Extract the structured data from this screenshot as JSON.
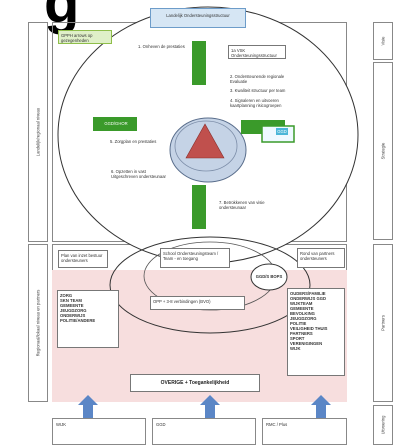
{
  "header": {
    "big_letter": "g",
    "top_badge": "Landelijk Ondersteuningsstructuur",
    "green_note": "GPPH arrows op gezegenheden"
  },
  "side_labels": {
    "left_top": "Landelijk/regionaal niveau",
    "left_bottom": "Regionaal/lokaal niveau en partners",
    "right_1": "Visie",
    "right_2": "Strategie",
    "right_3": "Partners",
    "right_4": "Uitvoering"
  },
  "circle": {
    "item_1": "1. Onheven de prestaties",
    "right_box": "1a VSK Ondersteuningsstructuur",
    "list_2": "2. Ondersteunende regionale Evaluatie",
    "list_3": "3. Kwaliteit structuur per team",
    "list_4": "4. Signaleren en uitvoeren kaartplanning risicogroepen",
    "item_5": "5. Zorgplan en prestaties",
    "item_6": "6. Opzetten in vast Uitgeschreven ondersteunaar",
    "item_7": "7. Betrokkenen van visie ondersteunaar",
    "left_bar": "GGD/GHOR",
    "right_badge": "GGD"
  },
  "lower": {
    "left_box": "Plan van inzet bestuur ondersteuners",
    "middle_box": "School Ondersteuningsteam / Team - en toegang",
    "right_box": "Rond van partners ondersteuners",
    "small_oval": "GGD/S BOPS",
    "list_left": "ZORG\nSKN TEAM\nGEMEENTE\nJEUGDZORG\nONDERWIJS\nPOLITIE/ANDERE",
    "mid_text": "OPP + 3-8 verbindingen (BVO)",
    "list_right": "OUDERS/FAMILIE\nONDERWIJS GGD\nWIJKTEAM\nGEMEENTE\nBEVOLKING\nJEUGDZORG\nPOLITIE\nVEILIGHEID THUIS\nPARTNERS\nSPORT\nVERENIGINGEN\nWIJK",
    "bottom_label": "OVERIGE + Toegankelijkheid"
  },
  "bottom": {
    "box_1": "WIJK",
    "box_2": "GGD",
    "box_3": "RMC / Plus"
  },
  "colors": {
    "triangle": "#c0504d",
    "green": "#3a9a2a",
    "pink_area": "#f7dede",
    "arrow_blue": "#5b86c6"
  }
}
